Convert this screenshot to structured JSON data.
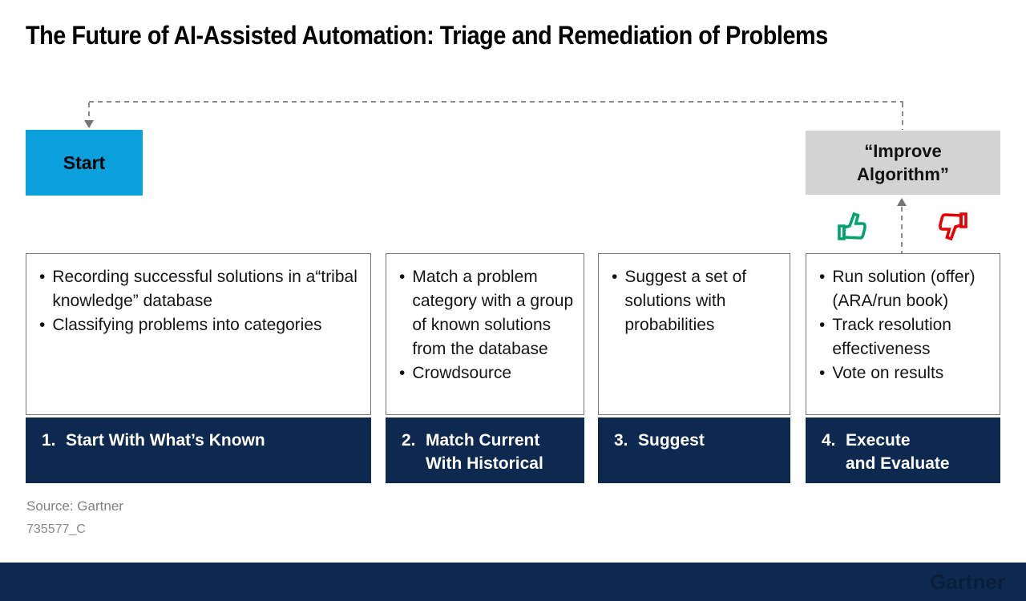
{
  "title": "The Future of AI-Assisted Automation: Triage and Remediation of Problems",
  "flow": {
    "start_label": "Start",
    "improve_lines": [
      "“Improve",
      "Algorithm”"
    ]
  },
  "steps": [
    {
      "number": "1.",
      "label_lines": [
        "Start With What’s Known"
      ],
      "bullets": [
        "Recording successful solutions in a“tribal knowledge” database",
        "Classifying problems into categories"
      ]
    },
    {
      "number": "2.",
      "label_lines": [
        "Match Current",
        "With Historical"
      ],
      "bullets": [
        "Match a problem category with a group of known solutions from the database",
        "Crowdsource"
      ]
    },
    {
      "number": "3.",
      "label_lines": [
        "Suggest"
      ],
      "bullets": [
        "Suggest a set of solutions with probabilities"
      ]
    },
    {
      "number": "4.",
      "label_lines": [
        "Execute",
        "and Evaluate"
      ],
      "bullets": [
        "Run solution (offer) (ARA/run book)",
        "Track resolution effectiveness",
        "Vote on results"
      ]
    }
  ],
  "icons": {
    "thumbs_up": "thumbs-up-icon",
    "thumbs_down": "thumbs-down-icon"
  },
  "colors": {
    "accent_blue": "#0aa0dc",
    "navy": "#0e2950",
    "gray_box": "#d3d3d3",
    "thumbs_up_green": "#00a36c",
    "thumbs_down_red": "#e60000",
    "dash_gray": "#8c8c8c"
  },
  "source_text": "Source: Gartner",
  "document_id": "735577_C",
  "footer": {
    "watermark": "Gartner"
  }
}
